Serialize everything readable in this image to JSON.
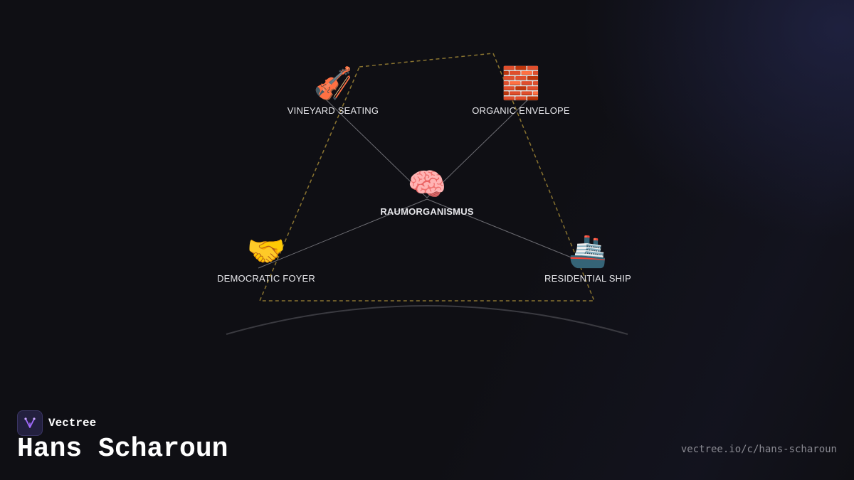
{
  "diagram": {
    "center": {
      "label": "RAUMORGANISMUS",
      "icon": "🧠",
      "icon_name": "brain-icon"
    },
    "nodes": [
      {
        "label": "VINEYARD SEATING",
        "icon": "🎻",
        "icon_name": "violin-icon"
      },
      {
        "label": "ORGANIC ENVELOPE",
        "icon": "🧱",
        "icon_name": "brick-icon"
      },
      {
        "label": "DEMOCRATIC FOYER",
        "icon": "🤝",
        "icon_name": "handshake-icon"
      },
      {
        "label": "RESIDENTIAL SHIP",
        "icon": "🚢",
        "icon_name": "ship-icon"
      }
    ],
    "colors": {
      "connector": "#6e6e74",
      "outline": "#8a7430",
      "arc": "#3a3a40"
    }
  },
  "brand": {
    "name": "Vectree",
    "logo_color": "#a36bff"
  },
  "title": "Hans Scharoun",
  "url": "vectree.io/c/hans-scharoun"
}
